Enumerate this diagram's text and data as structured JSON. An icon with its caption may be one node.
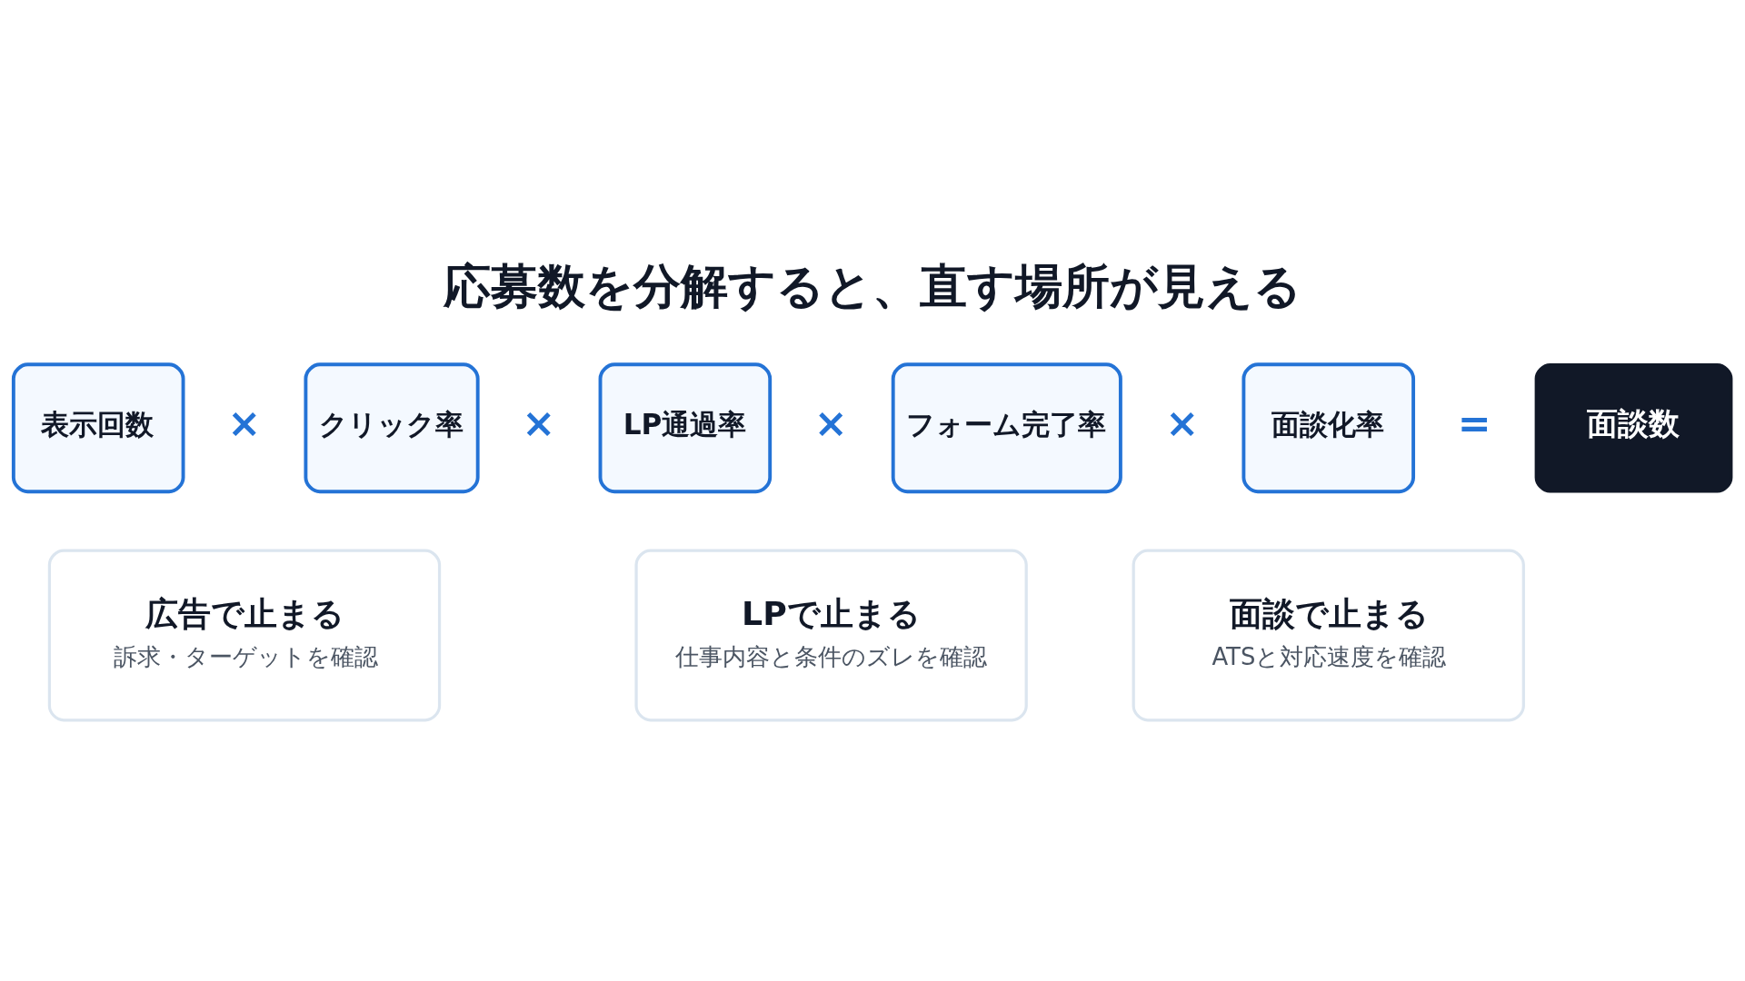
{
  "diagram": {
    "title": "応募数を分解すると、直す場所が見える",
    "nodes": [
      {
        "text": [
          "表示回数"
        ]
      },
      {
        "text": [
          "クリック率"
        ]
      },
      {
        "text": [
          "LP通過率"
        ]
      },
      {
        "text": [
          "フォーム完了率"
        ]
      },
      {
        "text": [
          "面談化率"
        ]
      },
      {
        "text": [
          "面談数"
        ]
      },
      {
        "text": [
          "広告で止まる",
          "訴求・ターゲットを確認"
        ]
      },
      {
        "text": [
          "LPで止まる",
          "仕事内容と条件のズレを確認"
        ]
      },
      {
        "text": [
          "面談で止まる",
          "ATSと対応速度を確認"
        ]
      }
    ],
    "labels": [
      "×",
      "×",
      "×",
      "×",
      "="
    ]
  }
}
